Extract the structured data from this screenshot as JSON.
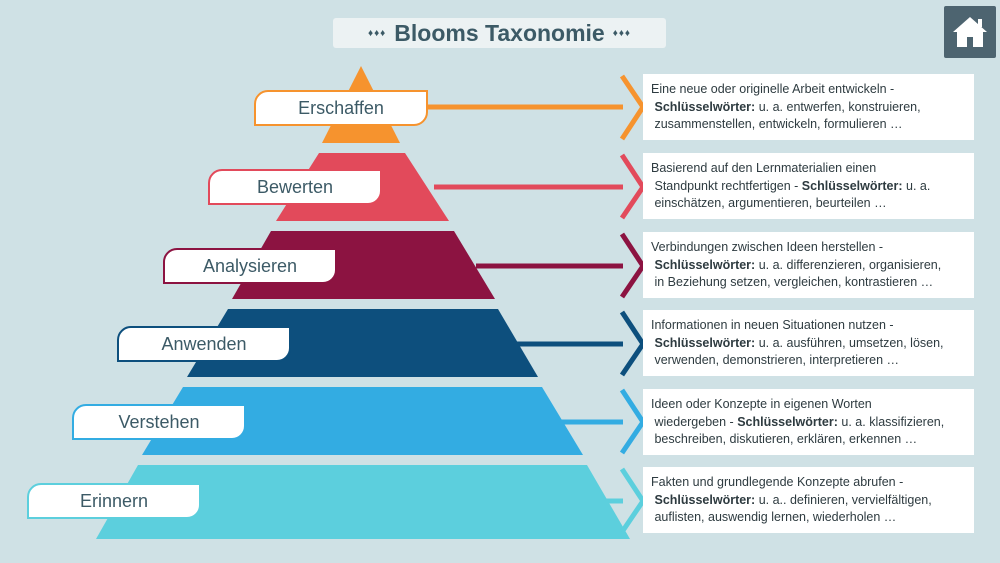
{
  "title": "Blooms Taxonomie",
  "title_ornament_left": "♦♦♦",
  "title_ornament_right": "♦♦♦",
  "home_icon": "home-icon",
  "colors": {
    "background": "#cfe1e5",
    "erschaffen": "#f6932e",
    "bewerten": "#e24a5b",
    "analysieren": "#8c1341",
    "anwenden": "#0d4f7d",
    "verstehen": "#33ace2",
    "erinnern": "#5ccfdd"
  },
  "levels": [
    {
      "name": "Erschaffen",
      "color": "#f6932e",
      "line1": "Eine neue oder originelle Arbeit entwickeln -",
      "keyword_label": "Schlüsselwörter:",
      "line2_rest": " u. a. entwerfen, konstruieren,",
      "line3": "zusammenstellen,  entwickeln, formulieren  …"
    },
    {
      "name": "Bewerten",
      "color": "#e24a5b",
      "line1": "Basierend auf den Lernmaterialien einen",
      "line2_prefix": "Standpunkt rechtfertigen - ",
      "keyword_label": "Schlüsselwörter:",
      "line2_rest": " u. a.",
      "line3": "einschätzen, argumentieren, beurteilen …"
    },
    {
      "name": "Analysieren",
      "color": "#8c1341",
      "line1": "Verbindungen zwischen Ideen herstellen -",
      "keyword_label": "Schlüsselwörter:",
      "line2_rest": " u. a. differenzieren, organisieren,",
      "line3": "in Beziehung setzen, vergleichen, kontrastieren …"
    },
    {
      "name": "Anwenden",
      "color": "#0d4f7d",
      "line1": "Informationen in neuen Situationen nutzen -",
      "keyword_label": "Schlüsselwörter:",
      "line2_rest": " u. a. ausführen, umsetzen, lösen,",
      "line3": "verwenden, demonstrieren, interpretieren …"
    },
    {
      "name": "Verstehen",
      "color": "#33ace2",
      "line1": "Ideen oder Konzepte in eigenen Worten",
      "line2_prefix": "wiedergeben - ",
      "keyword_label": "Schlüsselwörter:",
      "line2_rest": " u. a. klassifizieren,",
      "line3": "beschreiben, diskutieren, erklären, erkennen …"
    },
    {
      "name": "Erinnern",
      "color": "#5ccfdd",
      "line1": "Fakten und grundlegende Konzepte abrufen -",
      "keyword_label": "Schlüsselwörter:",
      "line2_rest": " u. a.. definieren, vervielfältigen,",
      "line3": "auflisten, auswendig lernen, wiederholen …"
    }
  ]
}
